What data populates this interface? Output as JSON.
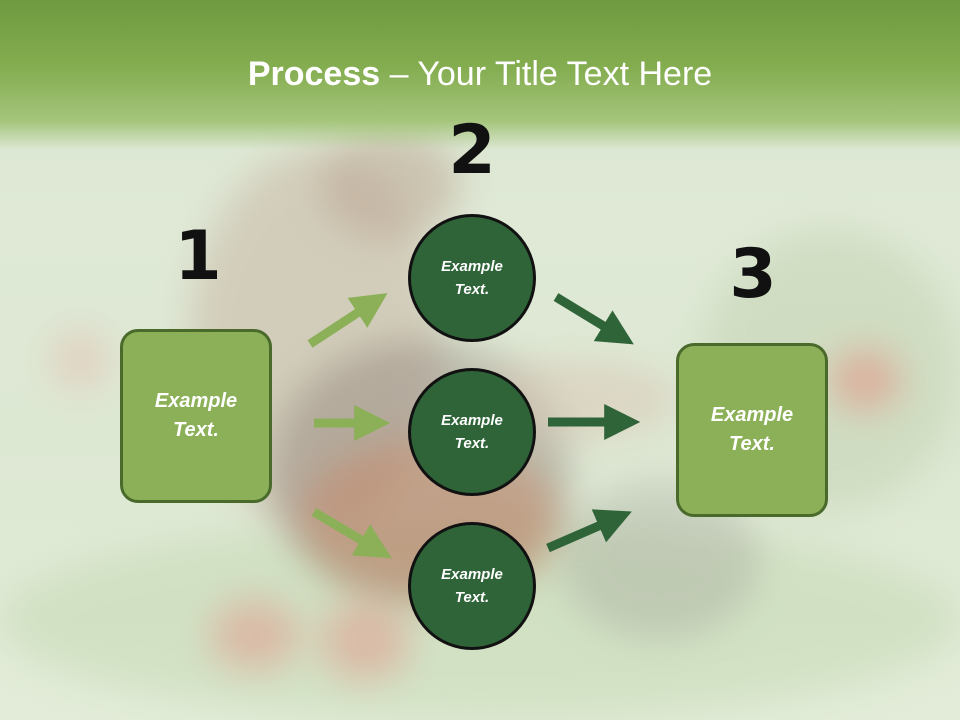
{
  "title": {
    "strong": "Process",
    "rest": " – Your Title Text Here"
  },
  "steps": {
    "one": "1",
    "two": "2",
    "three": "3"
  },
  "left_box": {
    "text": "Example\nText."
  },
  "right_box": {
    "text": "Example\nText."
  },
  "circles": [
    {
      "text": "Example\nText."
    },
    {
      "text": "Example\nText."
    },
    {
      "text": "Example\nText."
    }
  ],
  "colors": {
    "header_green": "#84ad50",
    "box_green": "#8bb058",
    "circle_green": "#2f6338",
    "arrow_light": "#8bb058",
    "arrow_dark": "#2f6338"
  }
}
